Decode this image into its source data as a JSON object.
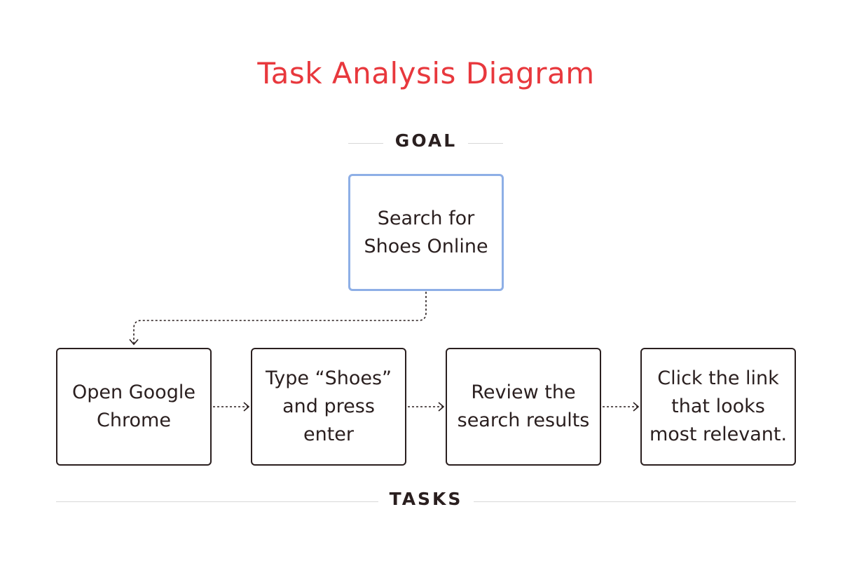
{
  "title": "Task Analysis Diagram",
  "goal_label": "GOAL",
  "tasks_label": "TASKS",
  "goal": {
    "text": "Search for\nShoes Online"
  },
  "tasks": [
    {
      "text": "Open Google\nChrome"
    },
    {
      "text": "Type “Shoes”\nand press\nenter"
    },
    {
      "text": "Review the\nsearch results"
    },
    {
      "text": "Click the link\nthat looks\nmost relevant."
    }
  ],
  "colors": {
    "title": "#e8383d",
    "goal_border": "#8eafe6",
    "ink": "#2a1f1f",
    "rule": "#d8d8d8"
  }
}
